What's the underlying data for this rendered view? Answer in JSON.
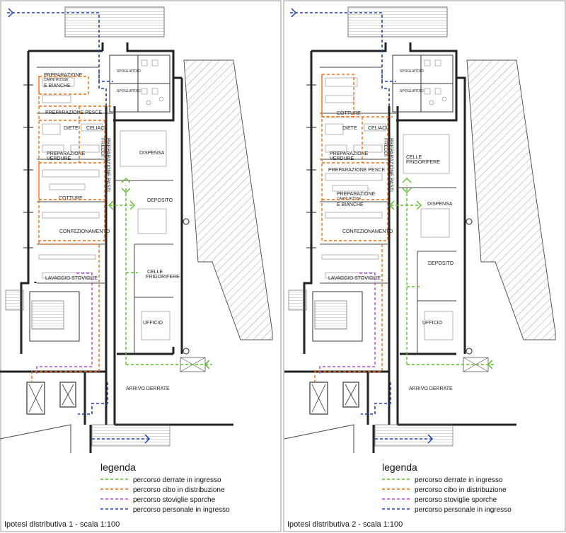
{
  "legend": {
    "title": "legenda",
    "items": [
      {
        "label": "percorso derrate in ingresso",
        "color": "#5cbf2a"
      },
      {
        "label": "percorso cibo in distribuzione",
        "color": "#f26b0f"
      },
      {
        "label": "percorso stoviglie sporche",
        "color": "#b74bd8"
      },
      {
        "label": "percorso personale in ingresso",
        "color": "#1f3fb5"
      }
    ]
  },
  "plan1": {
    "caption": "Ipotesi distributiva 1 - scala 1:100",
    "rooms": {
      "carni_1": "PREPARAZIONE",
      "carni_2": "CARNI ROSSE",
      "carni_3": "E BIANCHE",
      "pesce": "PREPARAZIONE PESCE",
      "diete": "DIETE",
      "celiaci": "CELIACI",
      "verdure_1": "PREPARAZIONE",
      "verdure_2": "VERDURE",
      "prep_pasti": "PREPARAZIONE PASTI",
      "freddi": "FREDDI",
      "dispensa": "DISPENSA",
      "cotture": "COTTURE",
      "deposito": "DEPOSITO",
      "confezionamento": "CONFEZIONAMENTO",
      "celle_1": "CELLE",
      "celle_2": "FRIGORIFERE",
      "lavaggio": "LAVAGGIO STOVIGLIE",
      "ufficio": "UFFICIO",
      "arrivo": "ARRIVO DERRATE",
      "spogliatoio_1": "SPOGLIATOIO",
      "spogliatoio_2": "SPOGLIATOIO"
    }
  },
  "plan2": {
    "caption": "Ipotesi distributiva 2 - scala 1:100",
    "rooms": {
      "cotture": "COTTURE",
      "diete": "DIETE",
      "celiaci": "CELIACI",
      "verdure_1": "PREPARAZIONE",
      "verdure_2": "VERDURE",
      "prep_pasti": "PREPARAZIONE PASTI",
      "freddi": "FREDDI",
      "celle_1": "CELLE",
      "celle_2": "FRIGORIFERE",
      "pesce": "PREPARAZIONE PESCE",
      "carni_1": "PREPARAZIONE",
      "carni_2": "CARNI ROSSE",
      "carni_3": "E BIANCHE",
      "dispensa": "DISPENSA",
      "confezionamento": "CONFEZIONAMENTO",
      "deposito": "DEPOSITO",
      "lavaggio": "LAVAGGIO STOVIGLIE",
      "ufficio": "UFFICIO",
      "arrivo": "ARRIVO DERRATE",
      "spogliatoio_1": "SPOGLIATOIO",
      "spogliatoio_2": "SPOGLIATOIO"
    }
  }
}
